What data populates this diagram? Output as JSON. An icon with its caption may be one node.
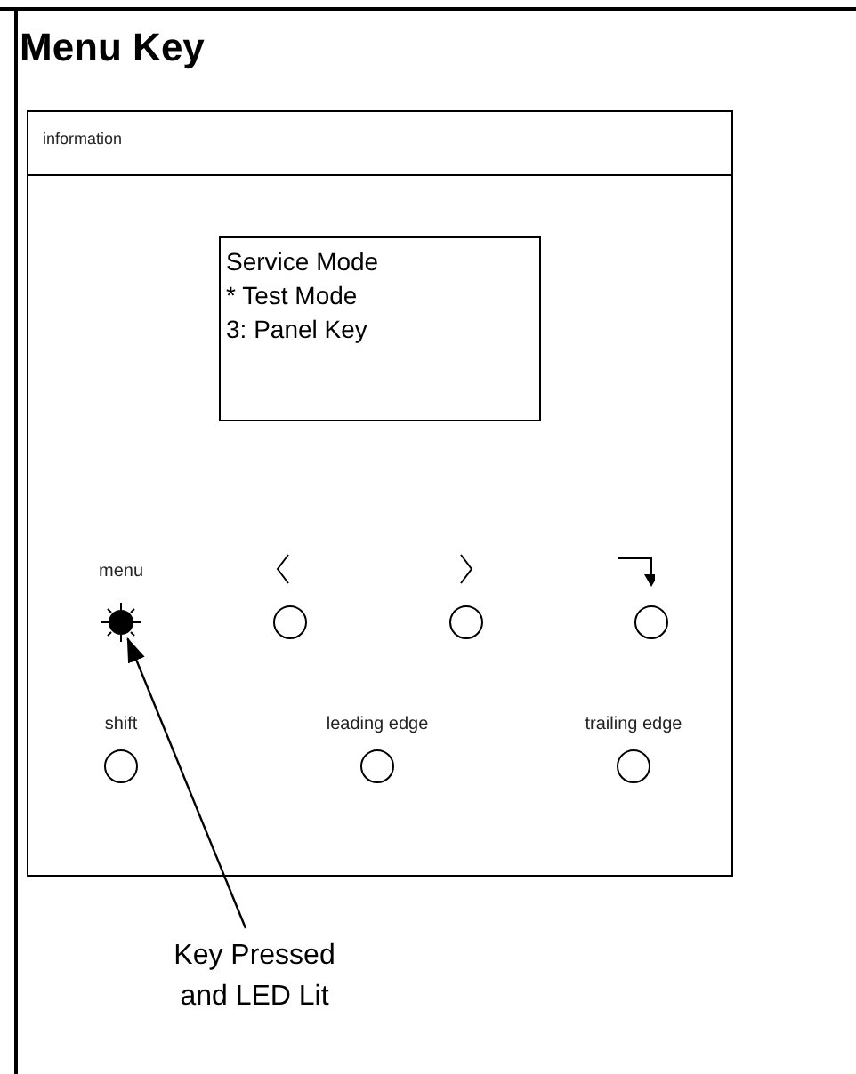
{
  "diagram": {
    "title": "Menu Key",
    "nodes": [
      {
        "text": [
          "information"
        ]
      },
      {
        "text": [
          "Service Mode * Test Mode 3: Panel Key"
        ],
        "in": 0
      },
      {
        "text": [],
        "shape": "circle",
        "in": 0
      },
      {
        "text": [
          "Key Pressed and LED Lit"
        ]
      }
    ],
    "edges": [
      {
        "from": 3,
        "to": 2,
        "arrow": "to"
      }
    ],
    "labels": [
      "menu",
      "shift",
      "leading edge",
      "trailing edge"
    ]
  }
}
